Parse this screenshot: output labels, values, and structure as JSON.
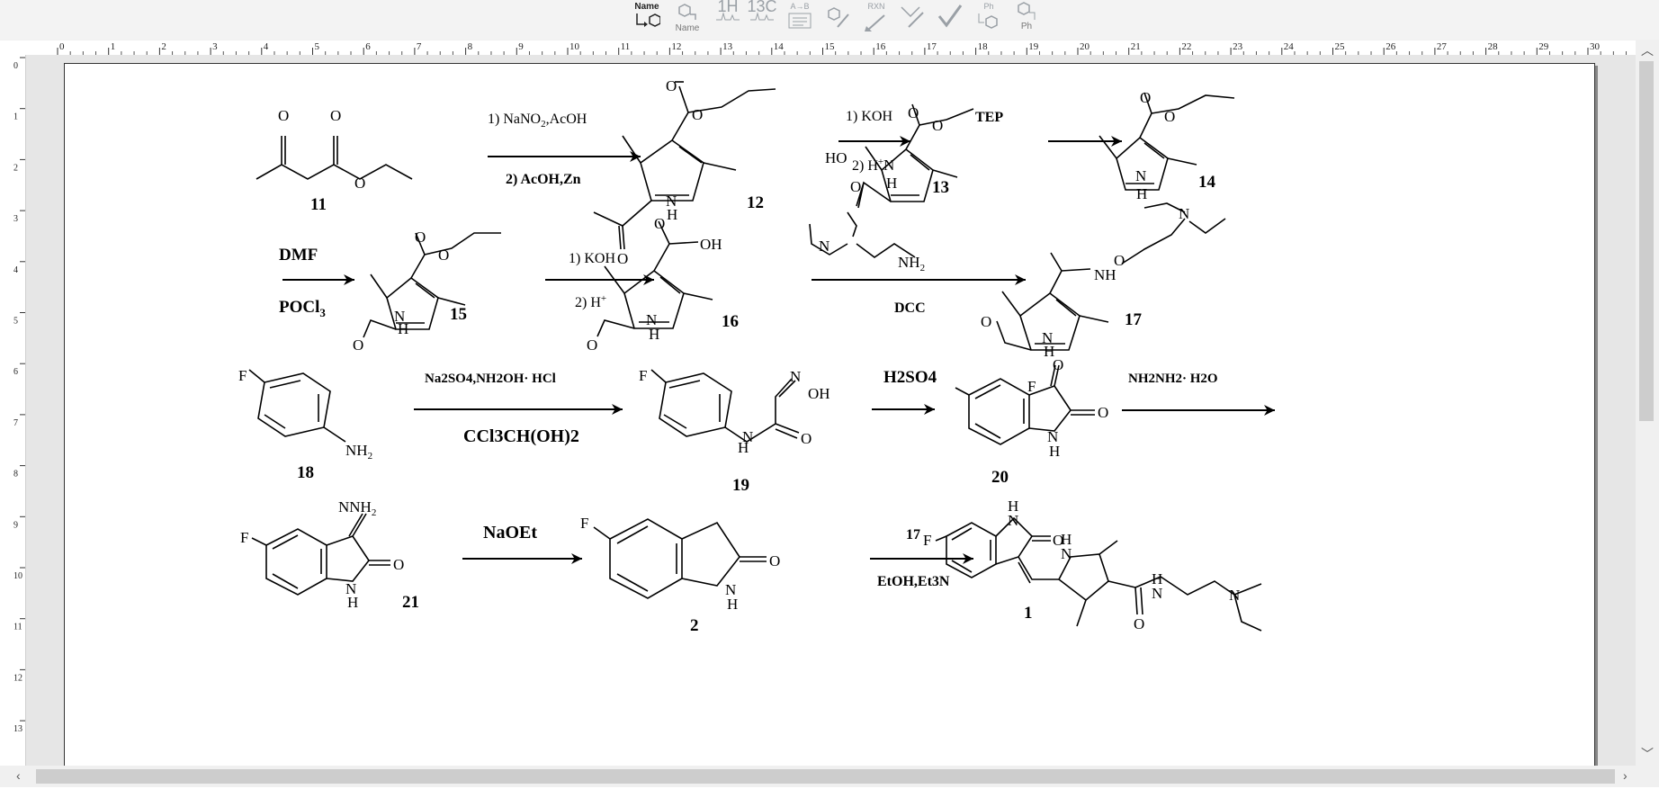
{
  "toolbar": {
    "name_button": "Name",
    "name2_button": "Name",
    "h1nmr_label": "1H",
    "c13nmr_label": "13C",
    "ab_label": "A→B",
    "rxn_label": "RXN",
    "ph_label": "Ph",
    "ph2_label": "Ph"
  },
  "ruler": {
    "h_ticks": [
      "0",
      "1",
      "2",
      "3",
      "4",
      "5",
      "6",
      "7",
      "8",
      "9",
      "10",
      "11",
      "12",
      "13",
      "14",
      "15",
      "16",
      "17",
      "18",
      "19",
      "20",
      "21",
      "22",
      "23",
      "24",
      "25",
      "26",
      "27",
      "28",
      "29",
      "30"
    ],
    "v_ticks": [
      "0",
      "1",
      "2",
      "3",
      "4",
      "5",
      "6",
      "7",
      "8",
      "9",
      "10",
      "11",
      "12",
      "13"
    ]
  },
  "scheme": {
    "row1": {
      "c11": "11",
      "r1_line1": "1) NaNO",
      "r1_sub": "2",
      "r1_line1b": ",AcOH",
      "r1_line2": "2) AcOH,Zn",
      "c12": "12",
      "r2_line1": "1) KOH",
      "r2_line2": "2) H",
      "r2_sup": "+",
      "c13": "13",
      "r3": "TEP",
      "c14": "14"
    },
    "row2": {
      "r4_top": "DMF",
      "r4_bot": "POCl",
      "r4_bot_sub": "3",
      "c15": "15",
      "r5_line1": "1) KOH",
      "r5_line2": "2) H",
      "r5_sup": "+",
      "c16": "16",
      "r6_bottom": "DCC",
      "c17": "17"
    },
    "row3": {
      "c18": "18",
      "r7_top": "Na2SO4,NH2OH·  HCl",
      "r7_bot": "CCl3CH(OH)2",
      "c19": "19",
      "r8": "H2SO4",
      "c20": "20",
      "r9": "NH2NH2·  H2O"
    },
    "row4": {
      "c21": "21",
      "r10": "NaOEt",
      "c2": "2",
      "r11_top": "17",
      "r11_bot": "EtOH,Et3N",
      "c1": "1"
    },
    "atoms": {
      "O": "O",
      "N": "N",
      "H": "H",
      "HO": "HO",
      "OH": "OH",
      "NH": "NH",
      "F": "F",
      "NH2": "NH",
      "NH2_sub": "2",
      "NNH2": "NNH",
      "NNH2_sub": "2"
    }
  }
}
